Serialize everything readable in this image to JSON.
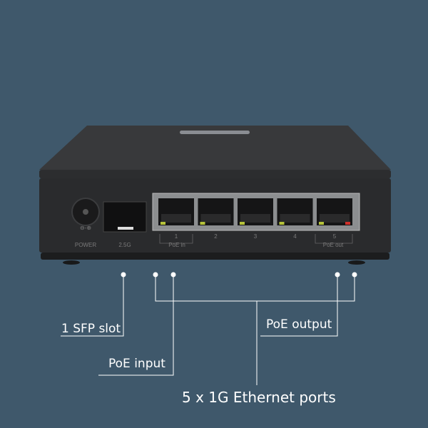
{
  "device": {
    "power_label": "POWER",
    "sfp_label": "2.5G",
    "port_numbers": [
      "1",
      "2",
      "3",
      "4",
      "5"
    ],
    "poe_in_label": "PoE in",
    "poe_out_label": "PoE out",
    "led_colors": [
      "#b6c23a",
      "#b6c23a",
      "#b6c23a",
      "#b6c23a",
      "#b6c23a",
      "#d0302a"
    ]
  },
  "callouts": {
    "sfp": "1 SFP slot",
    "poe_input": "PoE input",
    "poe_output": "PoE output",
    "ethernet": "5 x 1G Ethernet ports"
  },
  "colors": {
    "background": "#3f586b",
    "device": "#2e2f31",
    "line": "#ffffff"
  }
}
